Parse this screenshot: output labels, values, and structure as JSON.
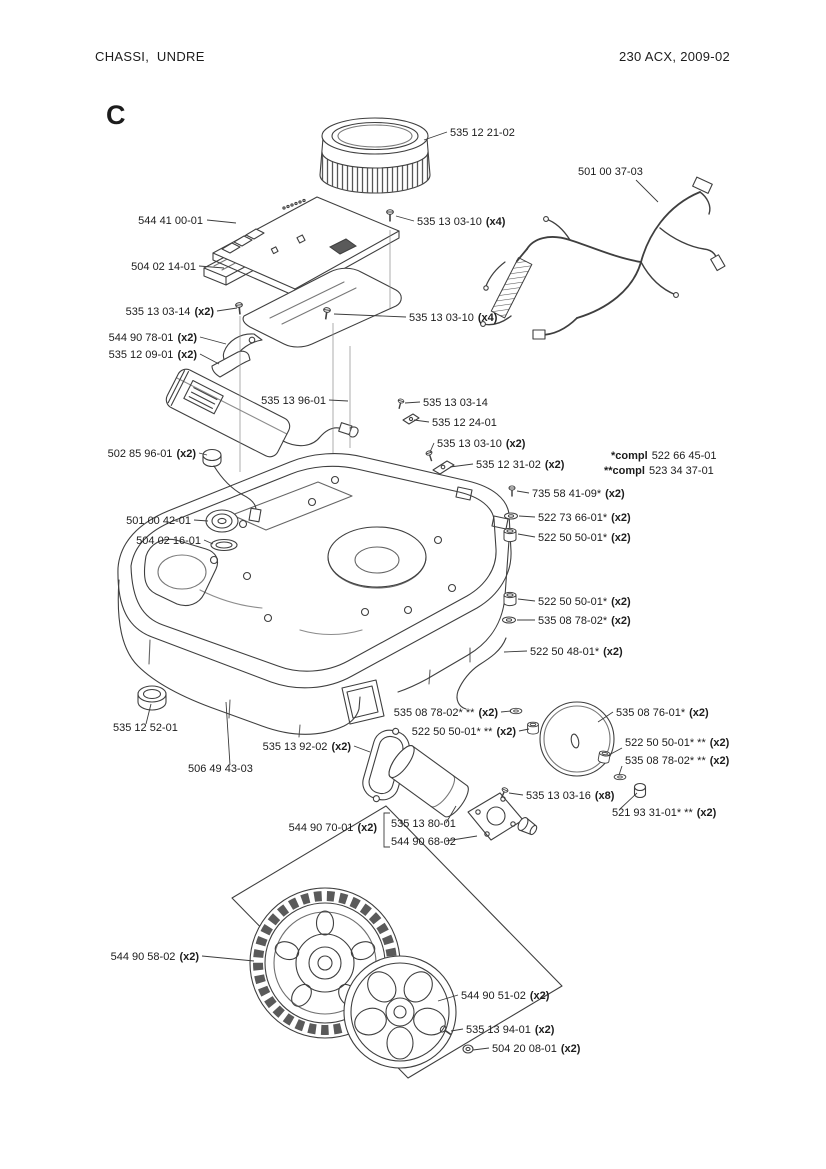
{
  "page": {
    "title_left": "CHASSI,  UNDRE",
    "title_right": "230 ACX, 2009-02",
    "section_label": "C"
  },
  "colors": {
    "line": "#3f3f3f",
    "text": "#1c1c1c"
  },
  "notes": [
    {
      "prefix": "*compl",
      "number": "522 66 45-01"
    },
    {
      "prefix": "**compl",
      "number": "523 34 37-01"
    }
  ],
  "labels": [
    {
      "part": "535 12 21-02",
      "qty": ""
    },
    {
      "part": "501 00 37-03",
      "qty": ""
    },
    {
      "part": "544 41 00-01",
      "qty": ""
    },
    {
      "part": "535 13 03-10",
      "qty": "(x4)"
    },
    {
      "part": "504 02 14-01",
      "qty": ""
    },
    {
      "part": "535 13 03-14",
      "qty": "(x2)"
    },
    {
      "part": "535 13 03-10",
      "qty": "(x4)"
    },
    {
      "part": "544 90 78-01",
      "qty": "(x2)"
    },
    {
      "part": "535 12 09-01",
      "qty": "(x2)"
    },
    {
      "part": "535 13 96-01",
      "qty": ""
    },
    {
      "part": "535 13 03-14",
      "qty": ""
    },
    {
      "part": "535 12 24-01",
      "qty": ""
    },
    {
      "part": "535 13 03-10",
      "qty": "(x2)"
    },
    {
      "part": "502 85 96-01",
      "qty": "(x2)"
    },
    {
      "part": "535 12 31-02",
      "qty": "(x2)"
    },
    {
      "part": "735 58 41-09*",
      "qty": "(x2)"
    },
    {
      "part": "522 73 66-01*",
      "qty": "(x2)"
    },
    {
      "part": "522 50 50-01*",
      "qty": "(x2)"
    },
    {
      "part": "501 00 42-01",
      "qty": ""
    },
    {
      "part": "504 02 16-01",
      "qty": ""
    },
    {
      "part": "522 50 50-01*",
      "qty": "(x2)"
    },
    {
      "part": "535 08 78-02*",
      "qty": "(x2)"
    },
    {
      "part": "522 50 48-01*",
      "qty": "(x2)"
    },
    {
      "part": "535 08 78-02* **",
      "qty": "(x2)"
    },
    {
      "part": "522 50 50-01* **",
      "qty": "(x2)"
    },
    {
      "part": "535 08 76-01*",
      "qty": "(x2)"
    },
    {
      "part": "522 50 50-01* **",
      "qty": "(x2)"
    },
    {
      "part": "535 08 78-02* **",
      "qty": "(x2)"
    },
    {
      "part": "535 12 52-01",
      "qty": ""
    },
    {
      "part": "535 13 92-02",
      "qty": "(x2)"
    },
    {
      "part": "506 49 43-03",
      "qty": ""
    },
    {
      "part": "535 13 03-16",
      "qty": "(x8)"
    },
    {
      "part": "521 93 31-01* **",
      "qty": "(x2)"
    },
    {
      "part": "544 90 70-01",
      "qty": "(x2)"
    },
    {
      "part": "535 13 80-01",
      "qty": ""
    },
    {
      "part": "544 90 68-02",
      "qty": ""
    },
    {
      "part": "544 90 58-02",
      "qty": "(x2)"
    },
    {
      "part": "544 90 51-02",
      "qty": "(x2)"
    },
    {
      "part": "535 13 94-01",
      "qty": "(x2)"
    },
    {
      "part": "504 20 08-01",
      "qty": "(x2)"
    }
  ]
}
